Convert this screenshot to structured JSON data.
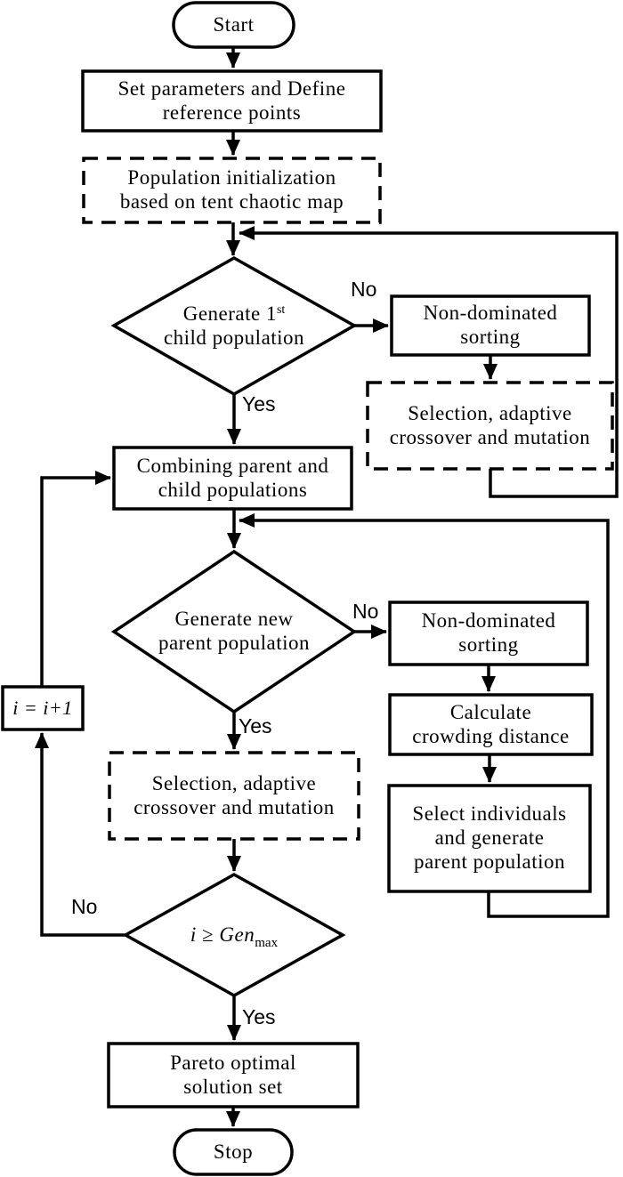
{
  "background": "#ffffff",
  "line_color": "#000000",
  "nodes": {
    "start": {
      "label": "Start"
    },
    "set_parameters": {
      "line1": "Set parameters and Define",
      "line2": "reference points"
    },
    "population_init": {
      "line1": "Population initialization",
      "line2": "based on tent chaotic map"
    },
    "generate_first_child": {
      "line1_text": "Generate 1",
      "line1_sup": "st",
      "line2": "child population"
    },
    "non_dominated_sorting_1": {
      "line1": "Non-dominated",
      "line2": "sorting"
    },
    "selection_crossover_1": {
      "line1": "Selection, adaptive",
      "line2": "crossover and mutation"
    },
    "combining_populations": {
      "line1": "Combining parent and",
      "line2": "child populations"
    },
    "generate_new_parent": {
      "line1": "Generate new",
      "line2": "parent population"
    },
    "non_dominated_sorting_2": {
      "line1": "Non-dominated",
      "line2": "sorting"
    },
    "calculate_crowding": {
      "line1": "Calculate",
      "line2": "crowding distance"
    },
    "select_individuals": {
      "line1": "Select individuals",
      "line2": "and generate",
      "line3": "parent population"
    },
    "selection_crossover_2": {
      "line1": "Selection, adaptive",
      "line2": "crossover and mutation"
    },
    "increment_i": {
      "label": "i = i+1"
    },
    "generation_check": {
      "main": "i ≥ Gen",
      "sub": "max"
    },
    "pareto_optimal": {
      "line1": "Pareto optimal",
      "line2": "solution set"
    },
    "stop": {
      "label": "Stop"
    }
  },
  "edge_labels": {
    "no_first_child": "No",
    "yes_first_child": "Yes",
    "no_new_parent": "No",
    "yes_new_parent": "Yes",
    "no_generation_check": "No",
    "yes_generation_check": "Yes"
  }
}
